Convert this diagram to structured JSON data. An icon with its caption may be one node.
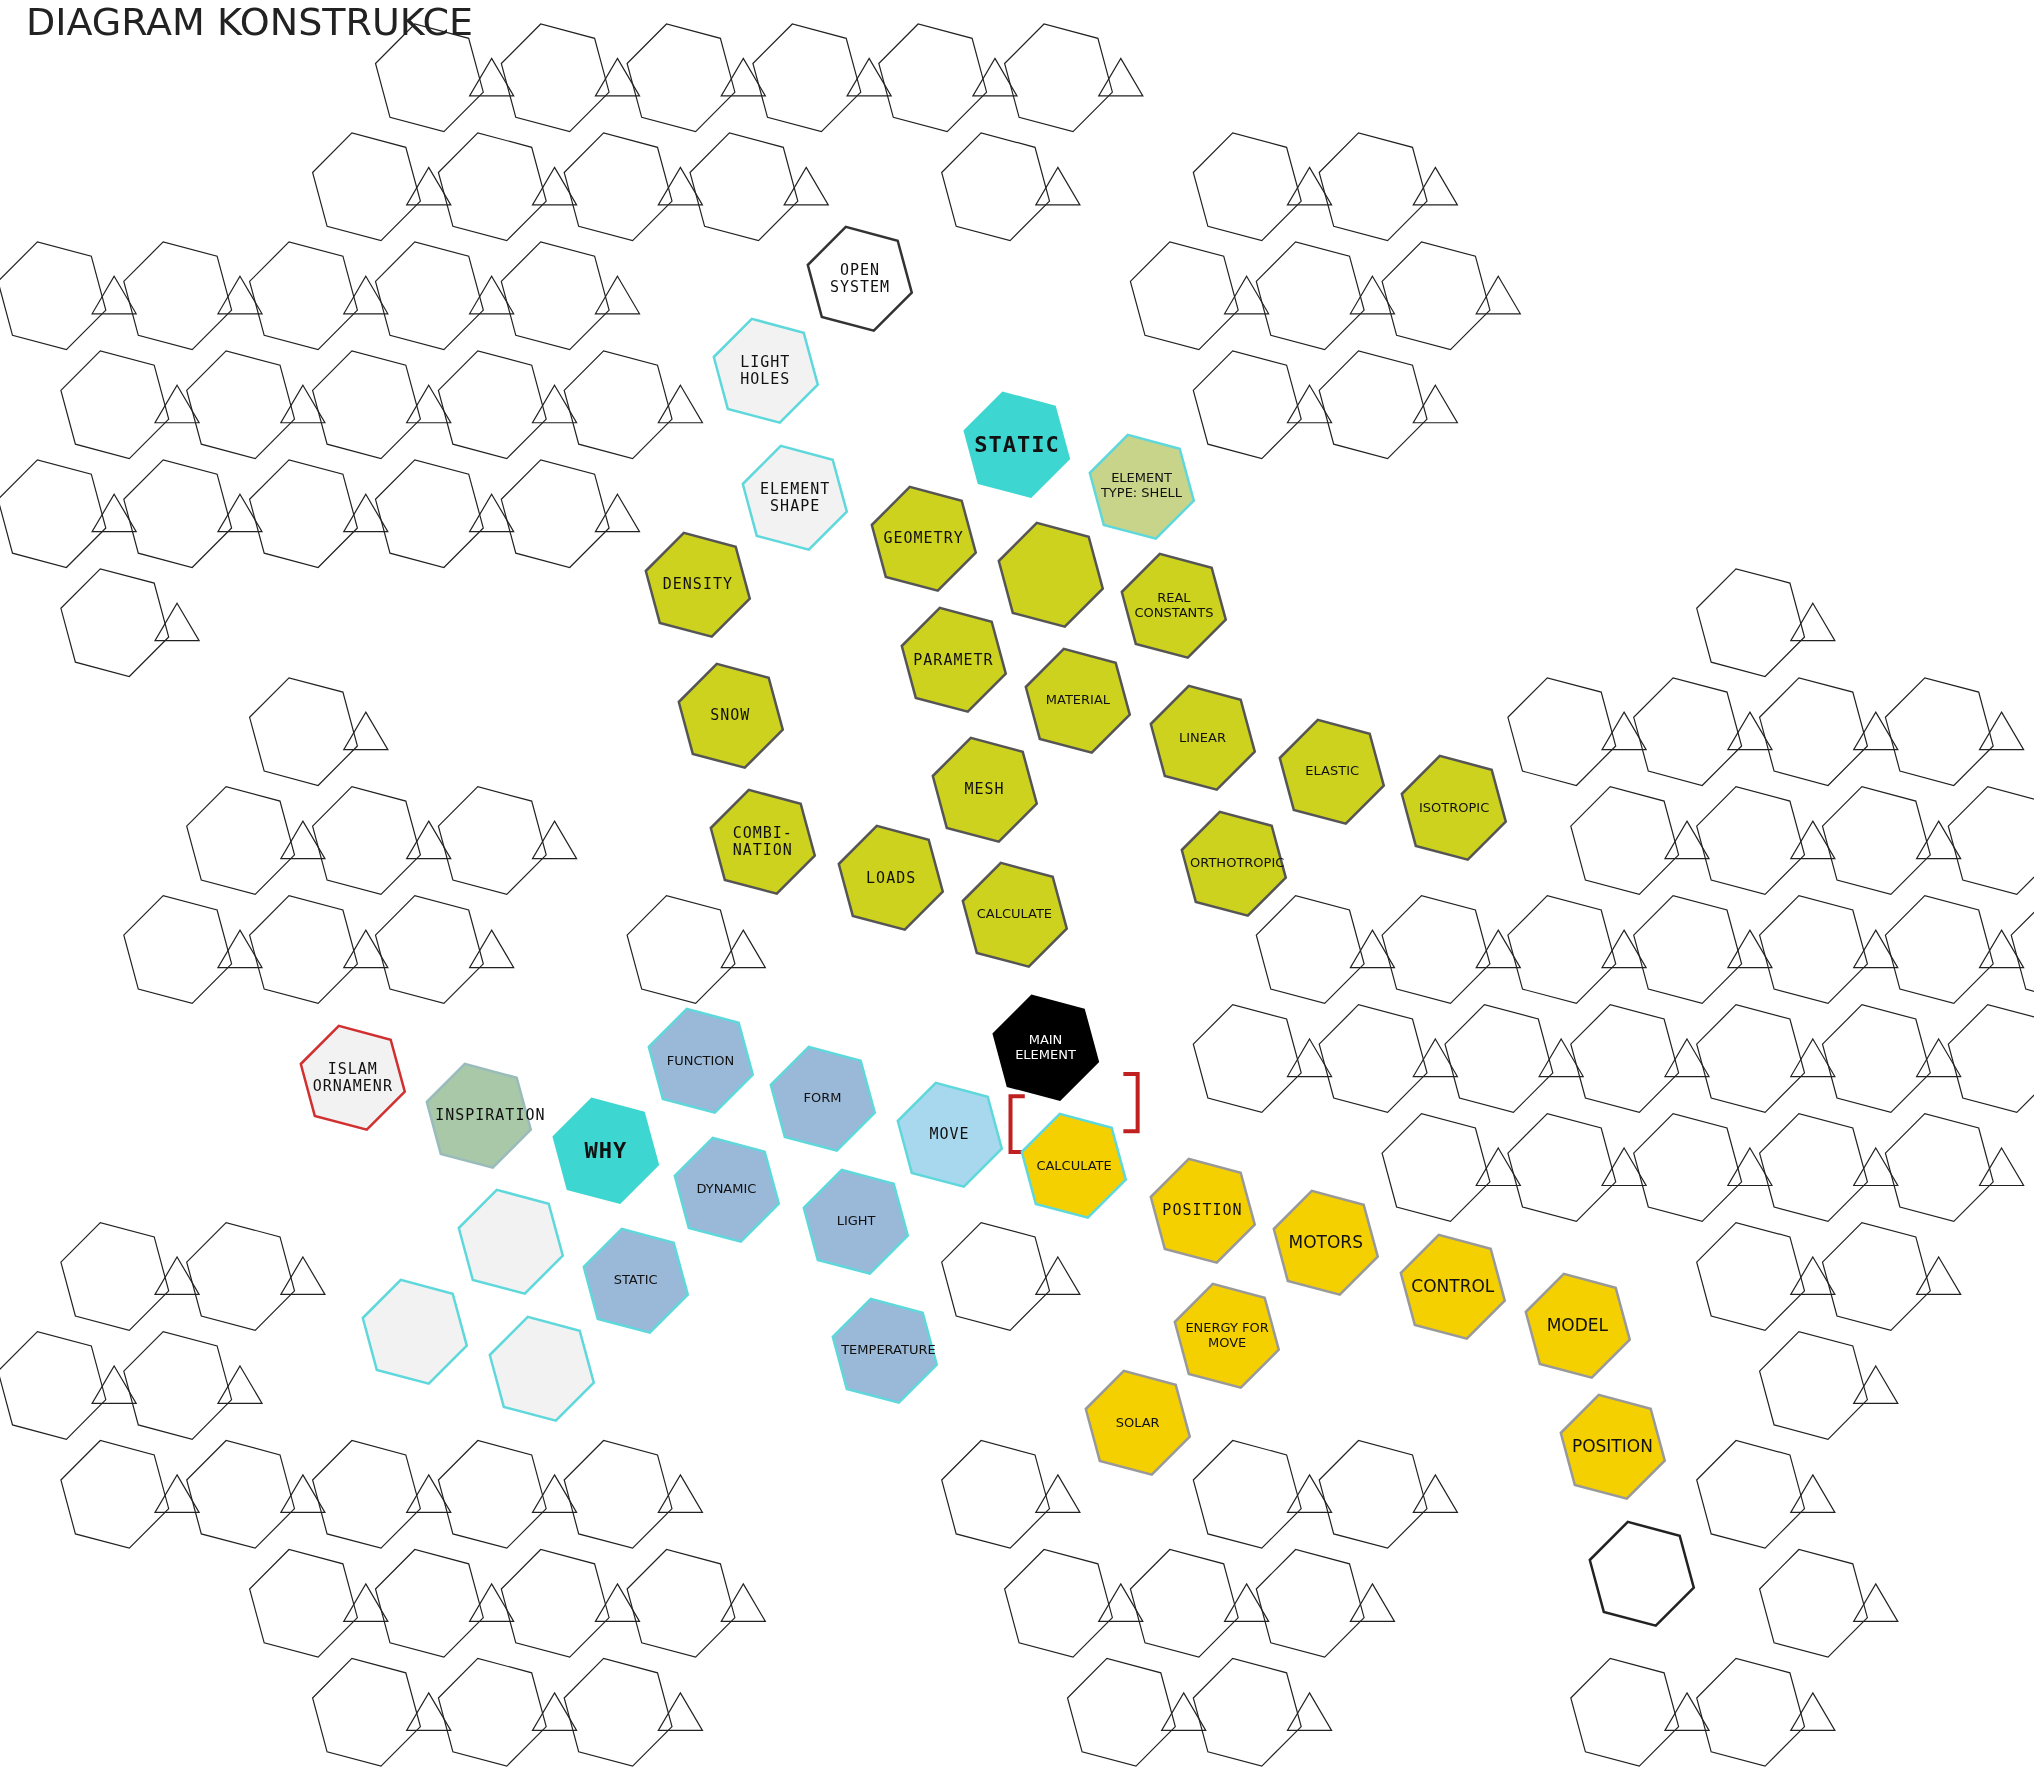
{
  "diagram": {
    "title": "DIAGRAM KONSTRUKCE",
    "nodes": [
      {
        "text": [
          "OPEN SYSTEM"
        ]
      },
      {
        "text": [
          "LIGHT HOLES"
        ]
      },
      {
        "text": [
          "STATIC"
        ]
      },
      {
        "text": [
          "ELEMENT SHAPE"
        ]
      },
      {
        "text": [
          "ELEMENT TYPE: SHELL"
        ]
      },
      {
        "text": [
          "GEOMETRY"
        ]
      },
      {
        "text": [
          "DENSITY"
        ]
      },
      {
        "text": [],
        "shape": "hexagon"
      },
      {
        "text": [
          "REAL CONSTANTS"
        ]
      },
      {
        "text": [
          "PARAMETR"
        ]
      },
      {
        "text": [
          "SNOW"
        ]
      },
      {
        "text": [
          "MATERIAL"
        ]
      },
      {
        "text": [
          "LINEAR"
        ]
      },
      {
        "text": [
          "ELASTIC"
        ]
      },
      {
        "text": [
          "ISOTROPIC"
        ]
      },
      {
        "text": [
          "MESH"
        ]
      },
      {
        "text": [
          "COMBI- NATION"
        ]
      },
      {
        "text": [
          "ORTHOTROPIC"
        ]
      },
      {
        "text": [
          "LOADS"
        ]
      },
      {
        "text": [
          "CALCULATE"
        ]
      },
      {
        "text": [
          "MAIN ELEMENT"
        ]
      },
      {
        "text": [
          "ISLAM ORNAMENR"
        ]
      },
      {
        "text": [
          "INSPIRATION"
        ]
      },
      {
        "text": [
          "FUNCTION"
        ]
      },
      {
        "text": [
          "FORM"
        ]
      },
      {
        "text": [
          "MOVE"
        ]
      },
      {
        "text": [
          "WHY"
        ]
      },
      {
        "text": [
          "CALCULATE"
        ]
      },
      {
        "text": [
          "DYNAMIC"
        ]
      },
      {
        "text": [
          "POSITION"
        ]
      },
      {
        "text": [
          "LIGHT"
        ]
      },
      {
        "text": [
          "MOTORS"
        ]
      },
      {
        "text": [],
        "shape": "hexagon"
      },
      {
        "text": [
          "STATIC"
        ]
      },
      {
        "text": [
          "CONTROL"
        ]
      },
      {
        "text": [
          "MODEL"
        ]
      },
      {
        "text": [
          "ENERGY FOR MOVE"
        ]
      },
      {
        "text": [],
        "shape": "hexagon"
      },
      {
        "text": [],
        "shape": "hexagon"
      },
      {
        "text": [
          "TEMPERATURE"
        ]
      },
      {
        "text": [
          "SOLAR"
        ]
      },
      {
        "text": [
          "POSITION"
        ]
      },
      {
        "text": [],
        "shape": "hexagon"
      }
    ]
  }
}
